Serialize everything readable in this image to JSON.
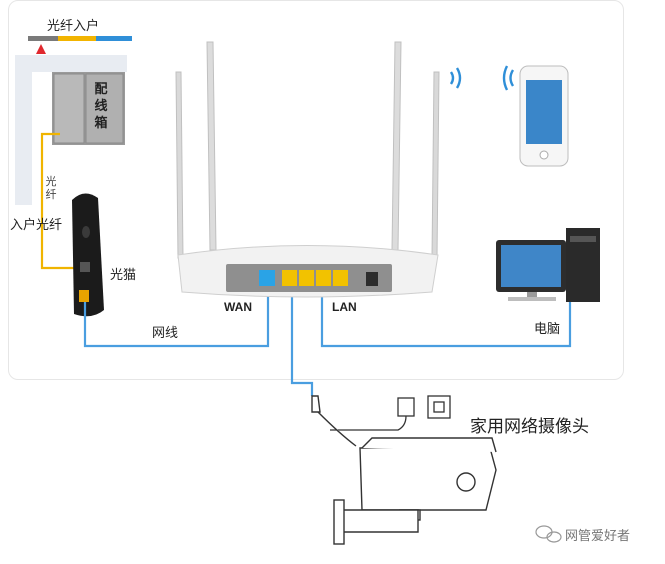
{
  "labels": {
    "fiber_in_top": "光纤入户",
    "distribution_box": "配线箱",
    "fiber_vertical": "光纤",
    "home_fiber": "入户光纤",
    "optical_modem": "光猫",
    "network_cable": "网线",
    "wan": "WAN",
    "lan": "LAN",
    "computer": "电脑",
    "camera": "家用网络摄像头",
    "watermark": "网管爱好者"
  },
  "colors": {
    "cable_blue": "#4a9ee0",
    "fiber_yellow": "#f0b400",
    "wan_port": "#2aa3e6",
    "lan_port": "#f2c200",
    "strip_gray": "#7a7a7a",
    "strip_yellow": "#f2b400",
    "strip_blue": "#2f8fd8",
    "marker_red": "#e0282e"
  },
  "icons": [
    "wifi-waves-icon",
    "smartphone-icon",
    "desktop-computer-icon",
    "router-icon",
    "optical-modem-icon",
    "distribution-box-icon",
    "ip-camera-icon",
    "power-adapter-icon",
    "wall-socket-icon",
    "wechat-icon"
  ]
}
